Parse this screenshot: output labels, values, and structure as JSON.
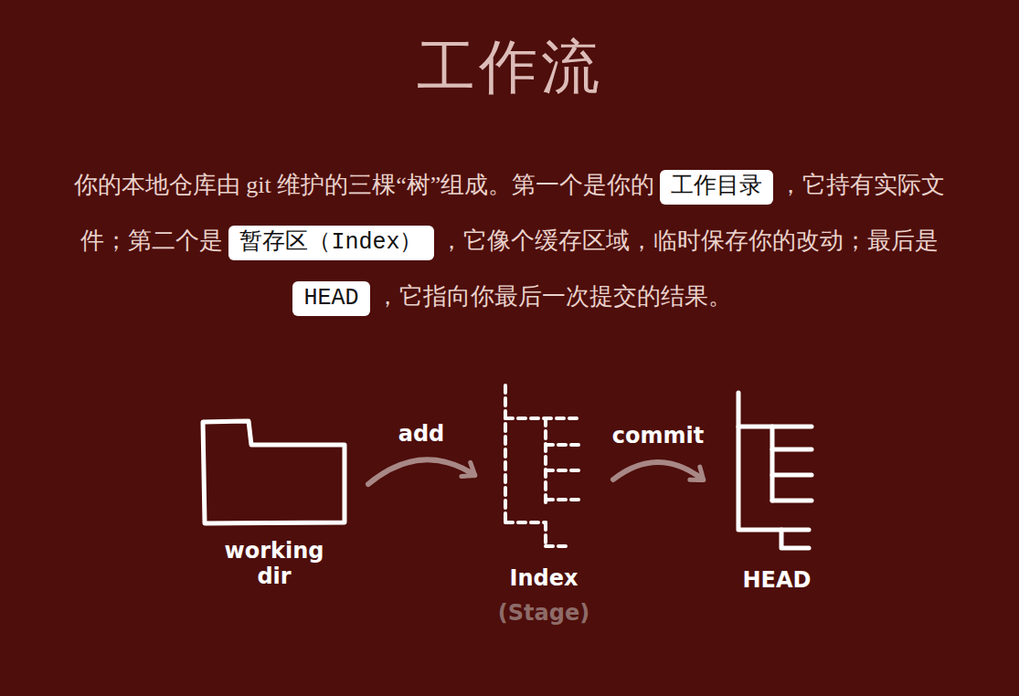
{
  "diagram": {
    "title": "工作流",
    "nodes": [
      {
        "text": [
          "工作目录"
        ]
      },
      {
        "text": [
          "暂存区（Index）"
        ]
      },
      {
        "text": [
          "HEAD"
        ]
      },
      {
        "text": [
          "working dir"
        ]
      },
      {
        "text": [
          "Index",
          "(Stage)"
        ]
      },
      {
        "text": [
          "HEAD"
        ]
      }
    ],
    "edges": [
      {
        "from": 3,
        "to": 4,
        "arrow": "to",
        "label": "add"
      },
      {
        "from": 4,
        "to": 5,
        "arrow": "to",
        "label": "commit"
      }
    ],
    "labels": [
      "你的本地仓库由 git 维护的三棵“树”组成。第一个是你的",
      "，它持有实际文件；第二个是",
      "，它像个缓存区域，临时保存你的改动；最后是",
      "，它指向你最后一次提交的结果。"
    ]
  }
}
